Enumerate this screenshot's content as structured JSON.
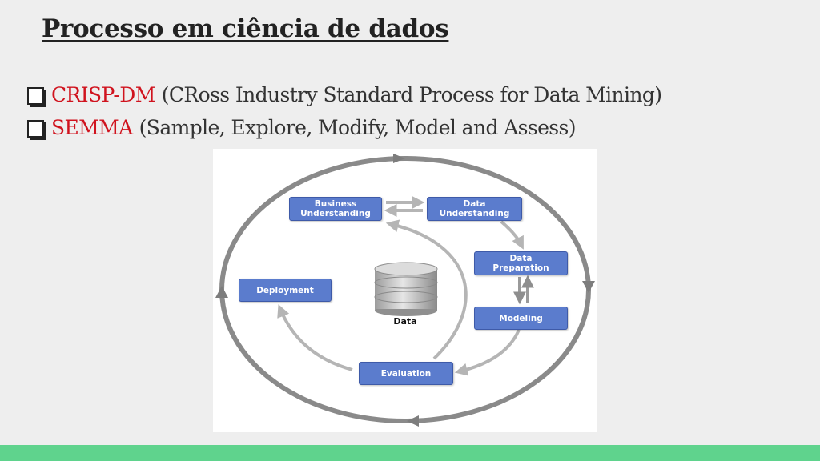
{
  "slide": {
    "title": "Processo em ciência de dados",
    "bullets": [
      {
        "acronym": "CRISP-DM",
        "description": "(CRoss Industry Standard Process for Data Mining)"
      },
      {
        "acronym": "SEMMA",
        "description": "(Sample, Explore, Modify, Model and Assess)"
      }
    ]
  },
  "diagram": {
    "phases": {
      "business_understanding": "Business\nUnderstanding",
      "data_understanding": "Data\nUnderstanding",
      "data_preparation": "Data\nPreparation",
      "modeling": "Modeling",
      "evaluation": "Evaluation",
      "deployment": "Deployment"
    },
    "center_label": "Data"
  },
  "colors": {
    "title": "#222222",
    "acronym": "#d0131e",
    "node_fill": "#5b7ccd",
    "arrow_gray": "#8a8a8a",
    "footer": "#5fd38d"
  }
}
